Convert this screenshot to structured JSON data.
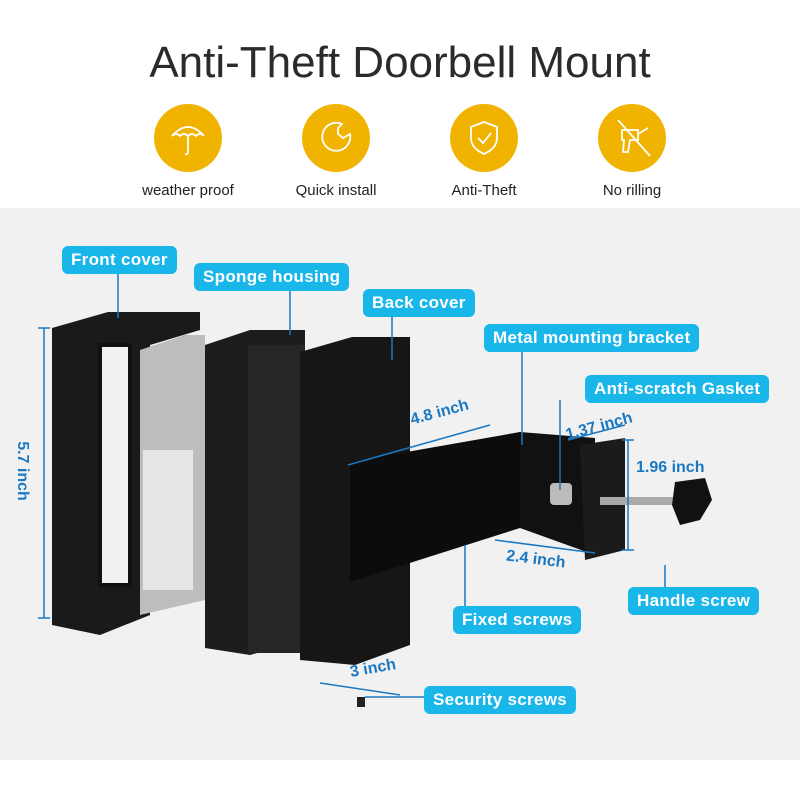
{
  "title": "Anti-Theft Doorbell Mount",
  "features": [
    {
      "label": "weather proof",
      "icon": "umbrella-icon"
    },
    {
      "label": "Quick install",
      "icon": "wrench-icon"
    },
    {
      "label": "Anti-Theft",
      "icon": "shield-check-icon"
    },
    {
      "label": "No rilling",
      "icon": "no-drill-icon"
    }
  ],
  "parts": {
    "front_cover": "Front cover",
    "sponge_housing": "Sponge housing",
    "back_cover": "Back cover",
    "bracket": "Metal mounting bracket",
    "gasket": "Anti-scratch Gasket",
    "handle_screw": "Handle screw",
    "fixed_screws": "Fixed screws",
    "security_screws": "Security screws"
  },
  "dimensions": {
    "height": "5.7 inch",
    "length": "4.8 inch",
    "depth": "1.37 inch",
    "clamp": "1.96 inch",
    "width_bracket": "2.4 inch",
    "width_back": "3 inch"
  },
  "colors": {
    "accent": "#f0b400",
    "tag": "#19b6ea",
    "dimension": "#1a78c2"
  }
}
